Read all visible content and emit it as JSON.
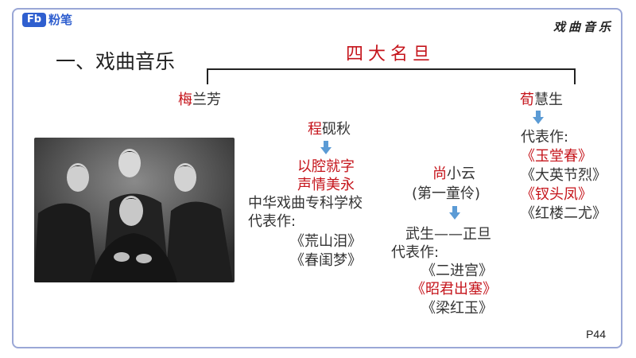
{
  "brand": {
    "mark": "Fb",
    "name": "粉笔"
  },
  "header": {
    "corner_title": "戏曲音乐",
    "section_title": "一、戏曲音乐",
    "big_title": "四大名旦"
  },
  "mei": {
    "surname": "梅",
    "given": "兰芳"
  },
  "cheng": {
    "surname": "程",
    "given": "砚秋",
    "motto_1": "以腔就字",
    "motto_2": "声情美永",
    "school": "中华戏曲专科学校",
    "works_label": "代表作:",
    "works": [
      "《荒山泪》",
      "《春闺梦》"
    ]
  },
  "shang": {
    "surname": "尚",
    "given": "小云",
    "note": "(第一童伶)",
    "roles": "武生——正旦",
    "works_label": "代表作:",
    "work_1": "《二进宫》",
    "work_2": "《昭君出塞》",
    "work_3": "《梁红玉》"
  },
  "xun": {
    "surname": "荀",
    "given": "慧生",
    "works_label": "代表作:",
    "work_1": "《玉堂春》",
    "work_2": "《大英节烈》",
    "work_3": "《钗头凤》",
    "work_4": "《红楼二尤》"
  },
  "colors": {
    "accent_red": "#c5141b",
    "arrow_blue": "#5b9bd5",
    "frame": "#9aa7d6",
    "brand_blue": "#2f5fcf"
  },
  "page": {
    "number": "P44"
  }
}
